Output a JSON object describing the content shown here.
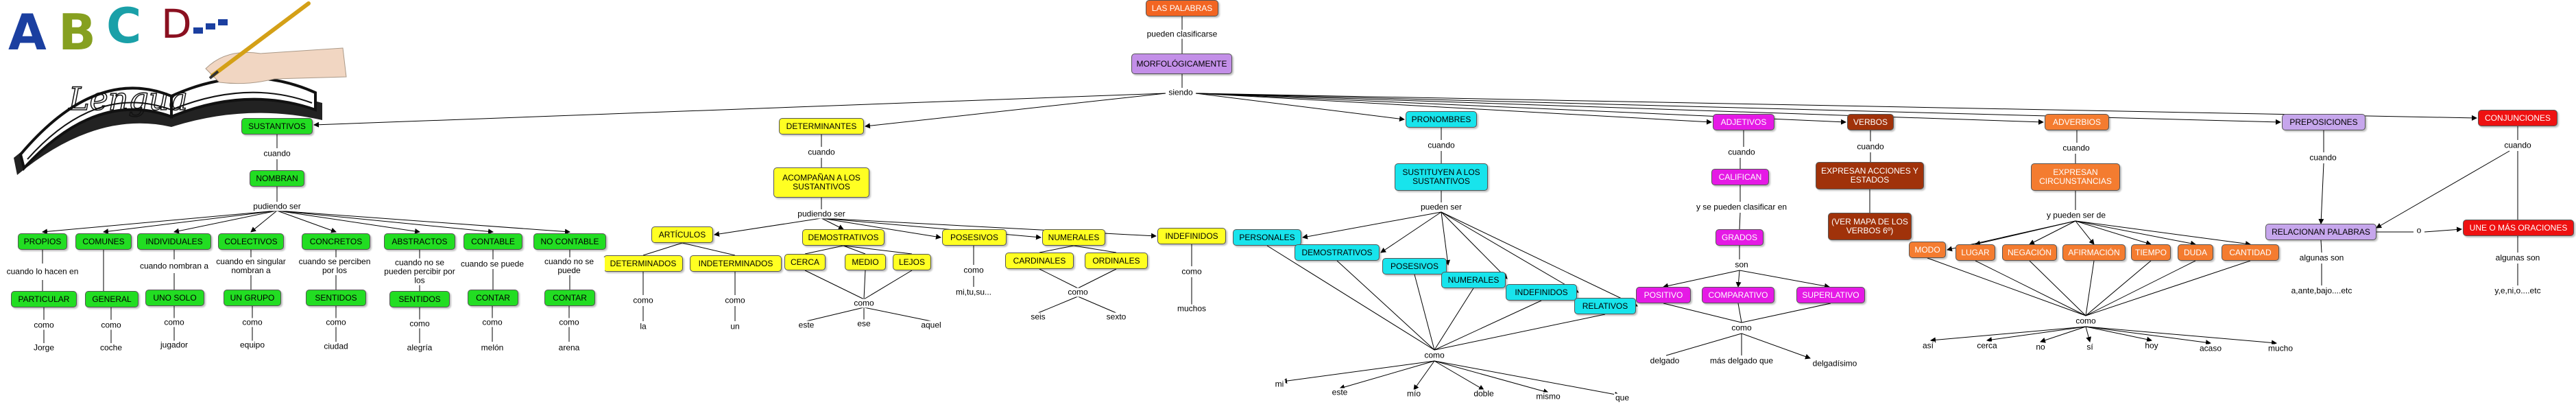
{
  "colors": {
    "orange": "#f26522",
    "purple": "#c38fe8",
    "green": "#22dd22",
    "yellow": "#ffff22",
    "cyan": "#18e4ec",
    "magenta": "#e51ae5",
    "brown": "#a0320a",
    "red": "#ee1111"
  },
  "logo": {
    "letters": [
      "A",
      "B",
      "C",
      "D"
    ],
    "word": "Lengua"
  },
  "nodes": {
    "las_palabras": "LAS PALABRAS",
    "morfologicamente": "MORFOLÓGICAMENTE",
    "sustantivos": "SUSTANTIVOS",
    "nombran": "NOMBRAN",
    "propios": "PROPIOS",
    "comunes": "COMUNES",
    "individuales": "INDIVIDUALES",
    "colectivos": "COLECTIVOS",
    "concretos": "CONCRETOS",
    "abstractos": "ABSTRACTOS",
    "contable": "CONTABLE",
    "no_contable": "NO CONTABLE",
    "particular": "PARTICULAR",
    "general": "GENERAL",
    "uno_solo": "UNO SOLO",
    "un_grupo": "UN GRUPO",
    "sentidos_1": "SENTIDOS",
    "sentidos_2": "SENTIDOS",
    "contar_1": "CONTAR",
    "contar_2": "CONTAR",
    "determinantes": "DETERMINANTES",
    "acompanan": "ACOMPAÑAN A LOS SUSTANTIVOS",
    "articulos": "ARTÍCULOS",
    "demostrativos_det": "DEMOSTRATIVOS",
    "posesivos_det": "POSESIVOS",
    "numerales_det": "NUMERALES",
    "indefinidos_det": "INDEFINIDOS",
    "determinados": "DETERMINADOS",
    "indeterminados": "INDETERMINADOS",
    "cerca": "CERCA",
    "medio": "MEDIO",
    "lejos": "LEJOS",
    "cardinales": "CARDINALES",
    "ordinales": "ORDINALES",
    "pronombres": "PRONOMBRES",
    "sustituyen": "SUSTITUYEN A LOS SUSTANTIVOS",
    "personales": "PERSONALES",
    "demostrativos_pr": "DEMOSTRATIVOS",
    "posesivos_pr": "POSESIVOS",
    "numerales_pr": "NUMERALES",
    "indefinidos_pr": "INDEFINIDOS",
    "relativos": "RELATIVOS",
    "adjetivos": "ADJETIVOS",
    "califican": "CALIFICAN",
    "grados": "GRADOS",
    "positivo": "POSITIVO",
    "comparativo": "COMPARATIVO",
    "superlativo": "SUPERLATIVO",
    "verbos": "VERBOS",
    "expresan_acciones": "EXPRESAN ACCIONES Y ESTADOS",
    "ver_mapa": "(VER MAPA DE LOS VERBOS 6º)",
    "adverbios": "ADVERBIOS",
    "expresan_circ": "EXPRESAN CIRCUNSTANCIAS",
    "modo": "MODO",
    "lugar": "LUGAR",
    "negacion": "NEGACIÓN",
    "afirmacion": "AFIRMACIÓN",
    "tiempo": "TIEMPO",
    "duda": "DUDA",
    "cantidad": "CANTIDAD",
    "preposiciones": "PREPOSICIONES",
    "relacionan": "RELACIONAN PALABRAS",
    "conjunciones": "CONJUNCIONES",
    "une_oraciones": "UNE O MÁS ORACIONES"
  },
  "labels": {
    "pueden_clasificarse": "pueden clasificarse",
    "siendo": "siendo",
    "cuando_sust": "cuando",
    "pudiendo_ser_sust": "pudiendo ser",
    "cuando_lo_hacen": "cuando lo hacen en",
    "cuando_nombran": "cuando nombran a",
    "cuando_singular": "cuando en singular nombran a",
    "cuando_perciben": "cuando se perciben por los",
    "cuando_no_perciben": "cuando no se pueden percibir por los",
    "cuando_se_puede": "cuando se puede",
    "cuando_no_puede": "cuando no se puede",
    "como_jorge": "como",
    "jorge": "Jorge",
    "como_coche": "como",
    "coche": "coche",
    "como_jugador": "como",
    "jugador": "jugador",
    "como_equipo": "como",
    "equipo": "equipo",
    "como_ciudad": "como",
    "ciudad": "ciudad",
    "como_alegria": "como",
    "alegria": "alegría",
    "como_melon": "como",
    "melon": "melón",
    "como_arena": "como",
    "arena": "arena",
    "cuando_det": "cuando",
    "pudiendo_ser_det": "pudiendo ser",
    "como_la": "como",
    "la": "la",
    "como_un": "como",
    "un": "un",
    "como_dem": "como",
    "este_d": "este",
    "ese": "ese",
    "aquel": "aquel",
    "como_pos": "como",
    "mi_tu_su": "mi,tu,su...",
    "como_num": "como",
    "seis": "seis",
    "sexto": "sexto",
    "como_indef": "como",
    "muchos": "muchos",
    "cuando_pron": "cuando",
    "pueden_ser_pron": "pueden ser",
    "como_pron": "como",
    "mi_p": "mi",
    "este_p": "este",
    "mio": "mío",
    "doble": "doble",
    "mismo": "mismo",
    "que": "que",
    "cuando_adj": "cuando",
    "y_se_pueden": "y se pueden clasificar en",
    "son": "son",
    "como_adj": "como",
    "delgado": "delgado",
    "mas_delgado": "más delgado que",
    "delgadisimo": "delgadísimo",
    "cuando_verbos": "cuando",
    "cuando_adv": "cuando",
    "y_pueden_ser_de": "y pueden ser de",
    "como_adv": "como",
    "asi": "así",
    "cerca_w": "cerca",
    "no_w": "no",
    "si_w": "sí",
    "hoy": "hoy",
    "acaso": "acaso",
    "mucho": "mucho",
    "cuando_prep": "cuando",
    "algunas_son_prep": "algunas son",
    "a_ante_bajo": "a,ante,bajo....etc",
    "o_link": "o",
    "cuando_conj": "cuando",
    "algunas_son_conj": "algunas son",
    "y_e_ni_o": "y,e,ni,o....etc"
  }
}
